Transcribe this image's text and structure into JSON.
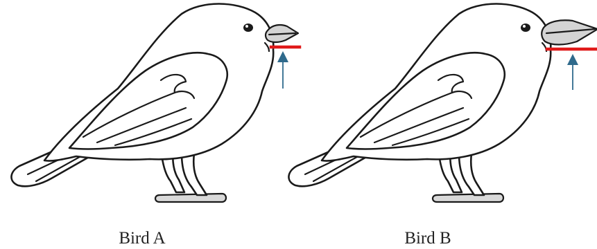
{
  "birds": [
    {
      "id": "A",
      "caption": "Bird A",
      "beak": "small"
    },
    {
      "id": "B",
      "caption": "Bird B",
      "beak": "large"
    }
  ],
  "colors": {
    "marker_line": "#e01919",
    "arrow": "#2f6a8c",
    "outline": "#1a1a1a",
    "beak_fill": "#d4d4d4"
  }
}
